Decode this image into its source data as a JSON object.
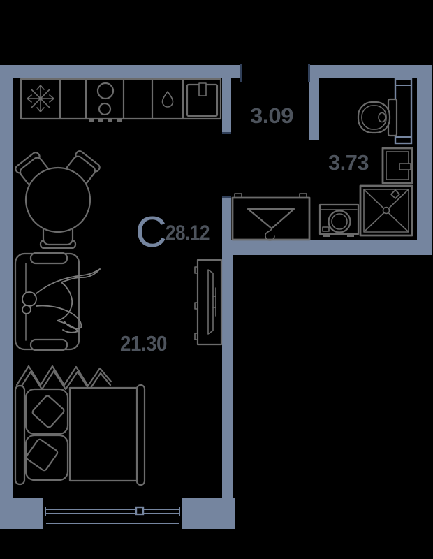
{
  "plan": {
    "type_letter": "С",
    "total_area": "28.12",
    "rooms": [
      {
        "id": "hallway",
        "area": "3.09"
      },
      {
        "id": "bathroom",
        "area": "3.73"
      },
      {
        "id": "main-room",
        "area": "21.30"
      }
    ]
  },
  "icons": {
    "fridge": "snowflake-icon",
    "kitchen_sink_cabinet": "droplet-icon",
    "wardrobe": "hanger-icon"
  },
  "colors": {
    "background": "#000000",
    "wall": "#75859f",
    "furniture_line": "#6b6b6b",
    "furniture_line_soft": "#7d7d7d",
    "area_label": "#4d535c",
    "frame_tick": "#31405a"
  }
}
